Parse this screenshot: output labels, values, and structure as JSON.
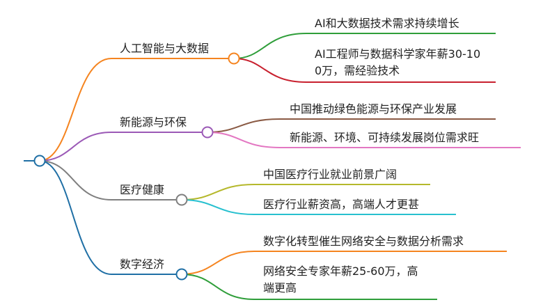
{
  "mindmap": {
    "root": {
      "label": "",
      "color": "#1f6fa5"
    },
    "branches": [
      {
        "label": "人工智能与大数据",
        "color": "#f5841f",
        "children": [
          {
            "label": "AI和大数据技术需求持续增长",
            "color": "#2f9e3a"
          },
          {
            "label": "AI工程师与数据科学家年薪30-100万，需经验技术",
            "color": "#c8202e"
          }
        ]
      },
      {
        "label": "新能源与环保",
        "color": "#9b59b6",
        "children": [
          {
            "label": "中国推动绿色能源与环保产业发展",
            "color": "#8a5a44"
          },
          {
            "label": "新能源、环境、可持续发展岗位需求旺",
            "color": "#e377c2"
          }
        ]
      },
      {
        "label": "医疗健康",
        "color": "#7f7f7f",
        "children": [
          {
            "label": "中国医疗行业就业前景广阔",
            "color": "#b5b82b"
          },
          {
            "label": "医疗行业薪资高，高端人才更甚",
            "color": "#27c0cf"
          }
        ]
      },
      {
        "label": "数字经济",
        "color": "#1f6fa5",
        "children": [
          {
            "label": "数字化转型催生网络安全与数据分析需求",
            "color": "#f5841f"
          },
          {
            "label": "网络安全专家年薪25-60万，高端更高",
            "color": "#2f9e3a"
          }
        ]
      }
    ]
  }
}
